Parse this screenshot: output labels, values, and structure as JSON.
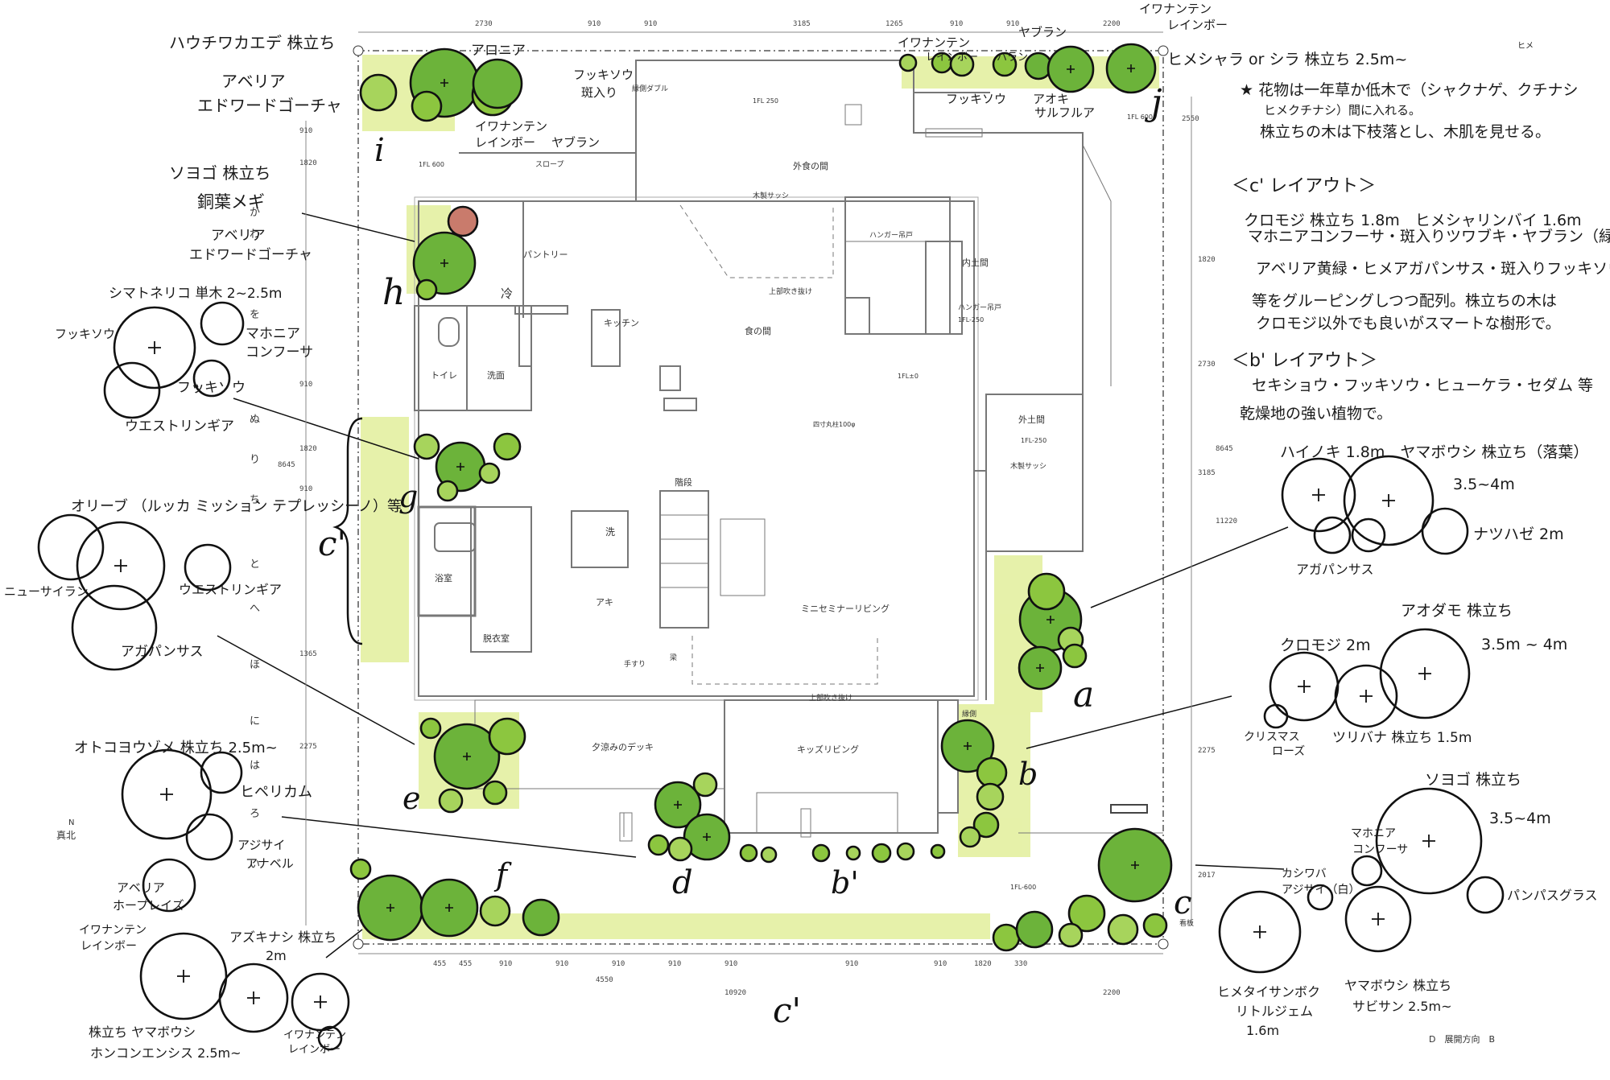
{
  "plan_room_labels": {
    "soto_shoku": "外食の間",
    "pantry": "パントリー",
    "kitchen": "キッチン",
    "shoku": "食の間",
    "uchidoma": "内土間",
    "hangar1": "ハンガー吊戸",
    "hangar2": "ハンガー吊戸",
    "toilet": "トイレ",
    "senmen": "洗面",
    "sotodoma": "外土間",
    "mokusei_sash": "木製サッシ",
    "mokusei_sash_top": "木製サッシ",
    "kaidan": "階段",
    "yokushitsu": "浴室",
    "akhi": "アキ",
    "datsui": "脱衣室",
    "seminar": "ミニセミナーリビング",
    "deck": "夕涼みのデッキ",
    "kids": "キッズリビング",
    "slope": "スロープ",
    "fukinuke1": "上部吹き抜け",
    "fukinuke2": "上部吹き抜け",
    "tesuri": "手すり",
    "hari": "梁",
    "arai": "洗",
    "rei": "冷",
    "fl600a": "1FL 600",
    "fl250a": "1FL 250",
    "fl250b": "1FL-250",
    "fl250c": "1FL-250",
    "fl0": "1FL±0",
    "fl600b": "1FL 600",
    "fl600c": "1FL-600",
    "rei_col": "四寸丸柱100φ",
    "engawa": "縁側",
    "kanban": "看板",
    "tenkai": "D　展開方向　B",
    "kita": "真北",
    "n": "N"
  },
  "dimensions_top": [
    "2730",
    "910",
    "910",
    "3185",
    "1265",
    "910",
    "910",
    "2200"
  ],
  "dimensions_bottom": [
    "455",
    "455",
    "910",
    "910",
    "910",
    "910",
    "910",
    "910",
    "910",
    "1820",
    "330",
    "4550",
    "10920",
    "2200"
  ],
  "dimensions_side_left": [
    "910",
    "1820",
    "910",
    "1820",
    "910",
    "1365",
    "2275",
    "8645"
  ],
  "dimensions_side_right": [
    "2550",
    "1820",
    "2730",
    "3185",
    "2275",
    "11220",
    "8645",
    "2017"
  ],
  "zone_letters": [
    "a",
    "b",
    "b'",
    "c",
    "c'",
    "c'",
    "d",
    "e",
    "f",
    "g",
    "h",
    "i",
    "j"
  ],
  "notes_top_left": {
    "l1": "ハウチワカエデ 株立ち",
    "l2": "アベリア",
    "l3": "エドワードゴーチャ"
  },
  "notes_h": {
    "l1": "ソヨゴ 株立ち",
    "l2": "銅葉メギ",
    "l3": "アベリア",
    "l4": "エドワードゴーチャ"
  },
  "notes_g": {
    "l1": "シマトネリコ 単木 2~2.5m",
    "l2": "フッキソウ",
    "l3": "マホニア",
    "l4": "コンフーサ",
    "l5": "フッキソウ",
    "l6": "ウエストリンギア"
  },
  "notes_olive": {
    "l1": "オリーブ （ルッカ ミッション テプレッシーノ）等",
    "l2": "ニューサイラン",
    "l3": "ウエストリンギア",
    "l4": "アガパンサス"
  },
  "notes_e": {
    "l1": "オトコヨウゾメ 株立ち 2.5m~",
    "l2": "ヒペリカム",
    "l3": "アジサイ",
    "l4": "アナベル",
    "l5": "アベリア",
    "l6": "ホープレイズ"
  },
  "notes_f": {
    "l1": "イワナンテン",
    "l2": "レインボー",
    "l3": "アズキナシ 株立ち",
    "l4": "2m",
    "l5": "株立ち ヤマボウシ",
    "l6": "ホンコンエンシス 2.5m~",
    "l7": "イワナンテン",
    "l8": "レインボー"
  },
  "notes_top": {
    "aronia": "アロニア",
    "fukki": "フッキソウ",
    "fuiri": "斑入り",
    "iwananten": "イワナンテン",
    "rainbow": "レインボー",
    "yaburan": "ヤブラン",
    "iwa2": "イワナンテン",
    "rainbow2": "レインボー",
    "yaburan2": "ヤブラン",
    "hara": "ハラン",
    "fukki2": "フッキソウ",
    "aoki": "アオキ",
    "sarufurua": "サルフルア",
    "iwa3": "イワナンテン",
    "rainbow3": "レインボー",
    "sakidokoro": "縁側ダブル"
  },
  "notes_right": {
    "j1": "ヒメシャラ or シラ 株立ち 2.5m~",
    "j2": "★ 花物は一年草か低木で（シャクナゲ、クチナシ",
    "j3": "ヒメクチナシ）間に入れる。",
    "j4": "株立ちの木は下枝落とし、木肌を見せる。",
    "c_title": "＜c' レイアウト＞",
    "c1": "クロモジ 株立ち 1.8m　ヒメシャリンバイ 1.6m",
    "c2": "マホニアコンフーサ・斑入りツワブキ・ヤブラン（緑）",
    "c3": "アベリア黄緑・ヒメアガパンサス・斑入りフッキソウ",
    "c4": "等をグルーピングしつつ配列。株立ちの木は",
    "c5": "クロモジ以外でも良いがスマートな樹形で。",
    "b_title": "＜b' レイアウト＞",
    "b1": "セキショウ・フッキソウ・ヒューケラ・セダム 等",
    "b2": "乾燥地の強い植物で。",
    "hex": "ヒメ"
  },
  "notes_a": {
    "l1": "ハイノキ 1.8m　ヤマボウシ 株立ち（落葉）",
    "l2": "3.5~4m",
    "l3": "ナツハゼ 2m",
    "l4": "アガパンサス"
  },
  "notes_b": {
    "l1": "アオダモ 株立ち",
    "l2": "3.5m ~ 4m",
    "l3": "クロモジ 2m",
    "l4": "クリスマス",
    "l5": "ローズ",
    "l6": "ツリバナ 株立ち 1.5m"
  },
  "notes_c": {
    "l1": "ソヨゴ 株立ち",
    "l2": "3.5~4m",
    "l3": "マホニア",
    "l4": "コンフーサ",
    "l5": "カシワバ",
    "l6": "アジサイ（白）",
    "l7": "パンパスグラス",
    "l8": "ヒメタイサンボク",
    "l9": "リトルジェム",
    "l10": "1.6m",
    "l11": "ヤマボウシ 株立ち",
    "l12": "サビサン 2.5m~"
  },
  "hiragana_column": [
    "か",
    "わ",
    "を",
    "ぬ",
    "り",
    "ち",
    "と",
    "へ",
    "ほ",
    "に",
    "は",
    "ろ",
    "い"
  ],
  "colors": {
    "tree_fill": "#8cc63f",
    "tree_dark": "#5a9e2a",
    "ground": "#e2ef9b",
    "ink": "#111111",
    "plan_line": "#777777",
    "red_shrub": "#c97b6c"
  }
}
